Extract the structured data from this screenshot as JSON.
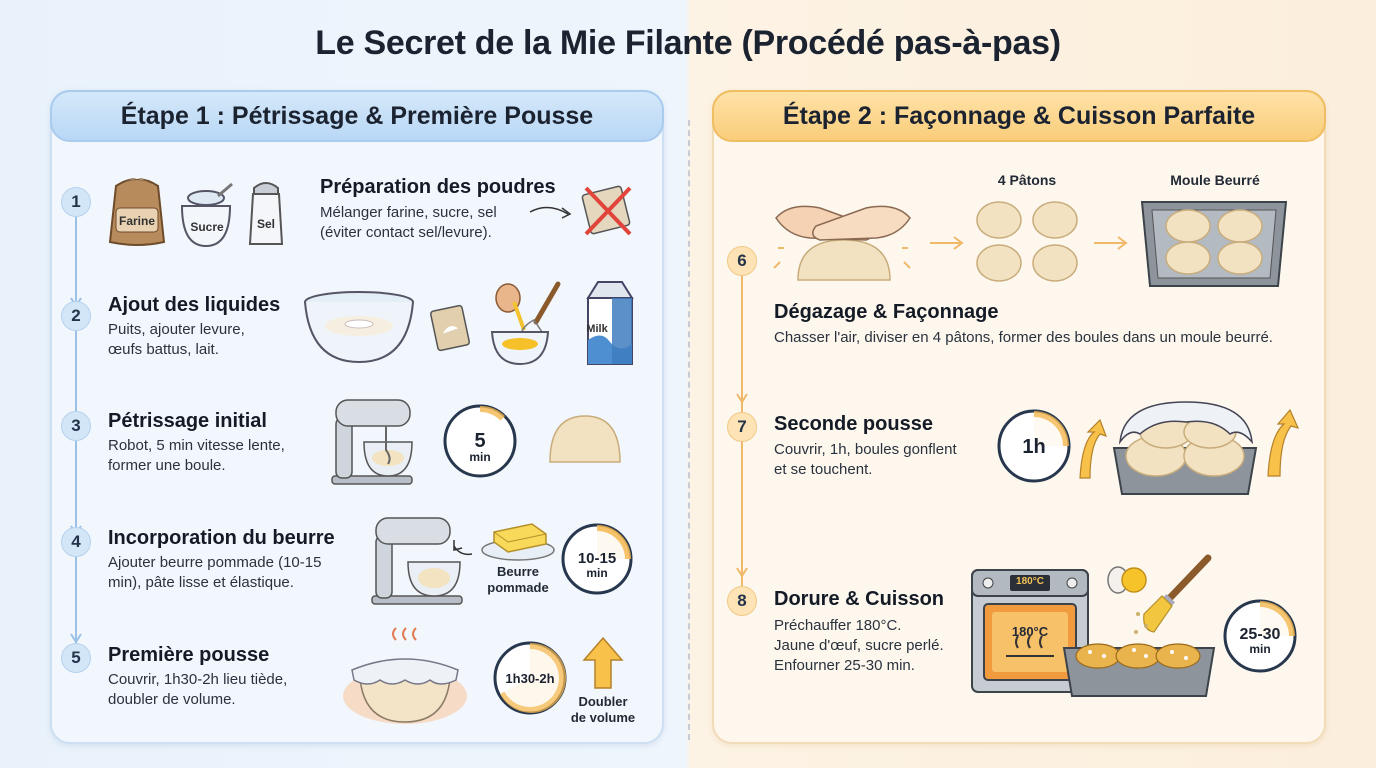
{
  "title": "Le Secret de la Mie Filante (Procédé pas-à-pas)",
  "colors": {
    "blue_panel": "#f2f7fd",
    "orange_panel": "#fdf7ee",
    "accent_orange": "#f5b04a",
    "accent_blue": "#9cc1e6"
  },
  "stage1": {
    "heading": "Étape 1 : Pétrissage & Première Pousse",
    "steps": [
      {
        "num": "1",
        "title": "Préparation des poudres",
        "desc": [
          "Mélanger farine, sucre, sel",
          "(éviter contact sel/levure)."
        ],
        "labels": {
          "flour": "Farine",
          "sugar": "Sucre",
          "salt": "Sel"
        },
        "icons": [
          "flour-bag-icon",
          "sugar-bowl-icon",
          "salt-shaker-icon",
          "no-yeast-contact-icon"
        ]
      },
      {
        "num": "2",
        "title": "Ajout des liquides",
        "desc": [
          "Puits, ajouter levure,",
          "œufs battus, lait."
        ],
        "labels": {
          "milk": "Milk"
        },
        "icons": [
          "mixing-bowl-icon",
          "yeast-packet-icon",
          "whisk-eggs-icon",
          "milk-carton-icon"
        ]
      },
      {
        "num": "3",
        "title": "Pétrissage initial",
        "desc": [
          "Robot, 5 min vitesse lente,",
          "former une boule."
        ],
        "timer": {
          "value": "5",
          "unit": "min"
        },
        "icons": [
          "stand-mixer-icon",
          "timer-icon",
          "dough-ball-icon"
        ]
      },
      {
        "num": "4",
        "title": "Incorporation du beurre",
        "desc": [
          "Ajouter beurre pommade (10-15",
          "min), pâte lisse et élastique."
        ],
        "butter_label": [
          "Beurre",
          "pommade"
        ],
        "timer": {
          "value": "10-15",
          "unit": "min"
        },
        "icons": [
          "stand-mixer-icon",
          "butter-icon",
          "timer-icon"
        ]
      },
      {
        "num": "5",
        "title": "Première pousse",
        "desc": [
          "Couvrir, 1h30-2h lieu tiède,",
          "doubler de volume."
        ],
        "timer": {
          "value": "1h30-2h"
        },
        "arrow_label": [
          "Doubler",
          "de volume"
        ],
        "icons": [
          "covered-bowl-icon",
          "timer-icon",
          "up-arrow-icon"
        ]
      }
    ]
  },
  "stage2": {
    "heading": "Étape 2 : Façonnage & Cuisson Parfaite",
    "steps": [
      {
        "num": "6",
        "title": "Dégazage & Façonnage",
        "desc": [
          "Chasser l'air, diviser en 4 pâtons, former des boules dans un moule beurré."
        ],
        "labels": {
          "patons": "4 Pâtons",
          "mold": "Moule Beurré"
        },
        "icons": [
          "hands-kneading-icon",
          "four-dough-balls-icon",
          "buttered-mold-icon"
        ]
      },
      {
        "num": "7",
        "title": "Seconde pousse",
        "desc": [
          "Couvrir, 1h, boules gonflent",
          "et se touchent."
        ],
        "timer": {
          "value": "1h"
        },
        "icons": [
          "timer-icon",
          "up-arrow-icon",
          "covered-mold-icon"
        ]
      },
      {
        "num": "8",
        "title": "Dorure & Cuisson",
        "desc": [
          "Préchauffer 180°C.",
          "Jaune d'œuf, sucre perlé.",
          "Enfourner 25-30 min."
        ],
        "oven": {
          "display": "180°C",
          "inside": "180°C"
        },
        "timer": {
          "value": "25-30",
          "unit": "min"
        },
        "icons": [
          "oven-icon",
          "egg-icon",
          "brush-icon",
          "brioche-tray-icon",
          "timer-icon"
        ]
      }
    ]
  }
}
